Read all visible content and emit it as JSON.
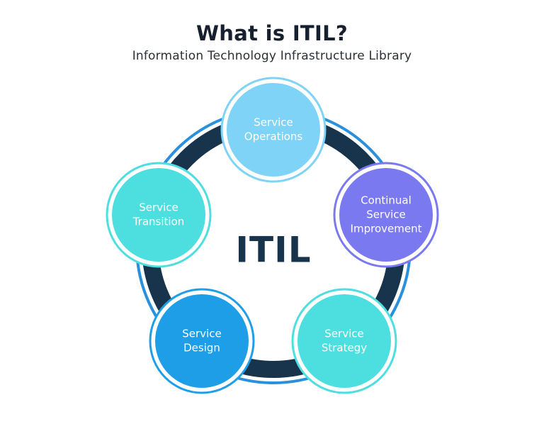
{
  "header": {
    "title": "What is ITIL?",
    "subtitle": "Information Technology Infrastructure Library"
  },
  "diagram": {
    "center_label": "ITIL",
    "colors": {
      "ring_outer": "#2a8fdc",
      "ring_inner": "#17344c",
      "title_text": "#17202e",
      "center_text": "#17344c"
    },
    "nodes": [
      {
        "id": "service-operations",
        "lines": [
          "Service",
          "Operations"
        ],
        "fill": "#7fd3f6",
        "border": "#7fd3f6",
        "icon": "circle-node"
      },
      {
        "id": "continual-service-improvement",
        "lines": [
          "Continual",
          "Service",
          "Improvement"
        ],
        "fill": "#7a79f0",
        "border": "#7a79f0",
        "icon": "circle-node"
      },
      {
        "id": "service-strategy",
        "lines": [
          "Service",
          "Strategy"
        ],
        "fill": "#4ddfe0",
        "border": "#4ddfe0",
        "icon": "circle-node"
      },
      {
        "id": "service-design",
        "lines": [
          "Service",
          "Design"
        ],
        "fill": "#1f9ee8",
        "border": "#1f9ee8",
        "icon": "circle-node"
      },
      {
        "id": "service-transition",
        "lines": [
          "Service",
          "Transition"
        ],
        "fill": "#4ddfe0",
        "border": "#4ddfe0",
        "icon": "circle-node"
      }
    ]
  }
}
